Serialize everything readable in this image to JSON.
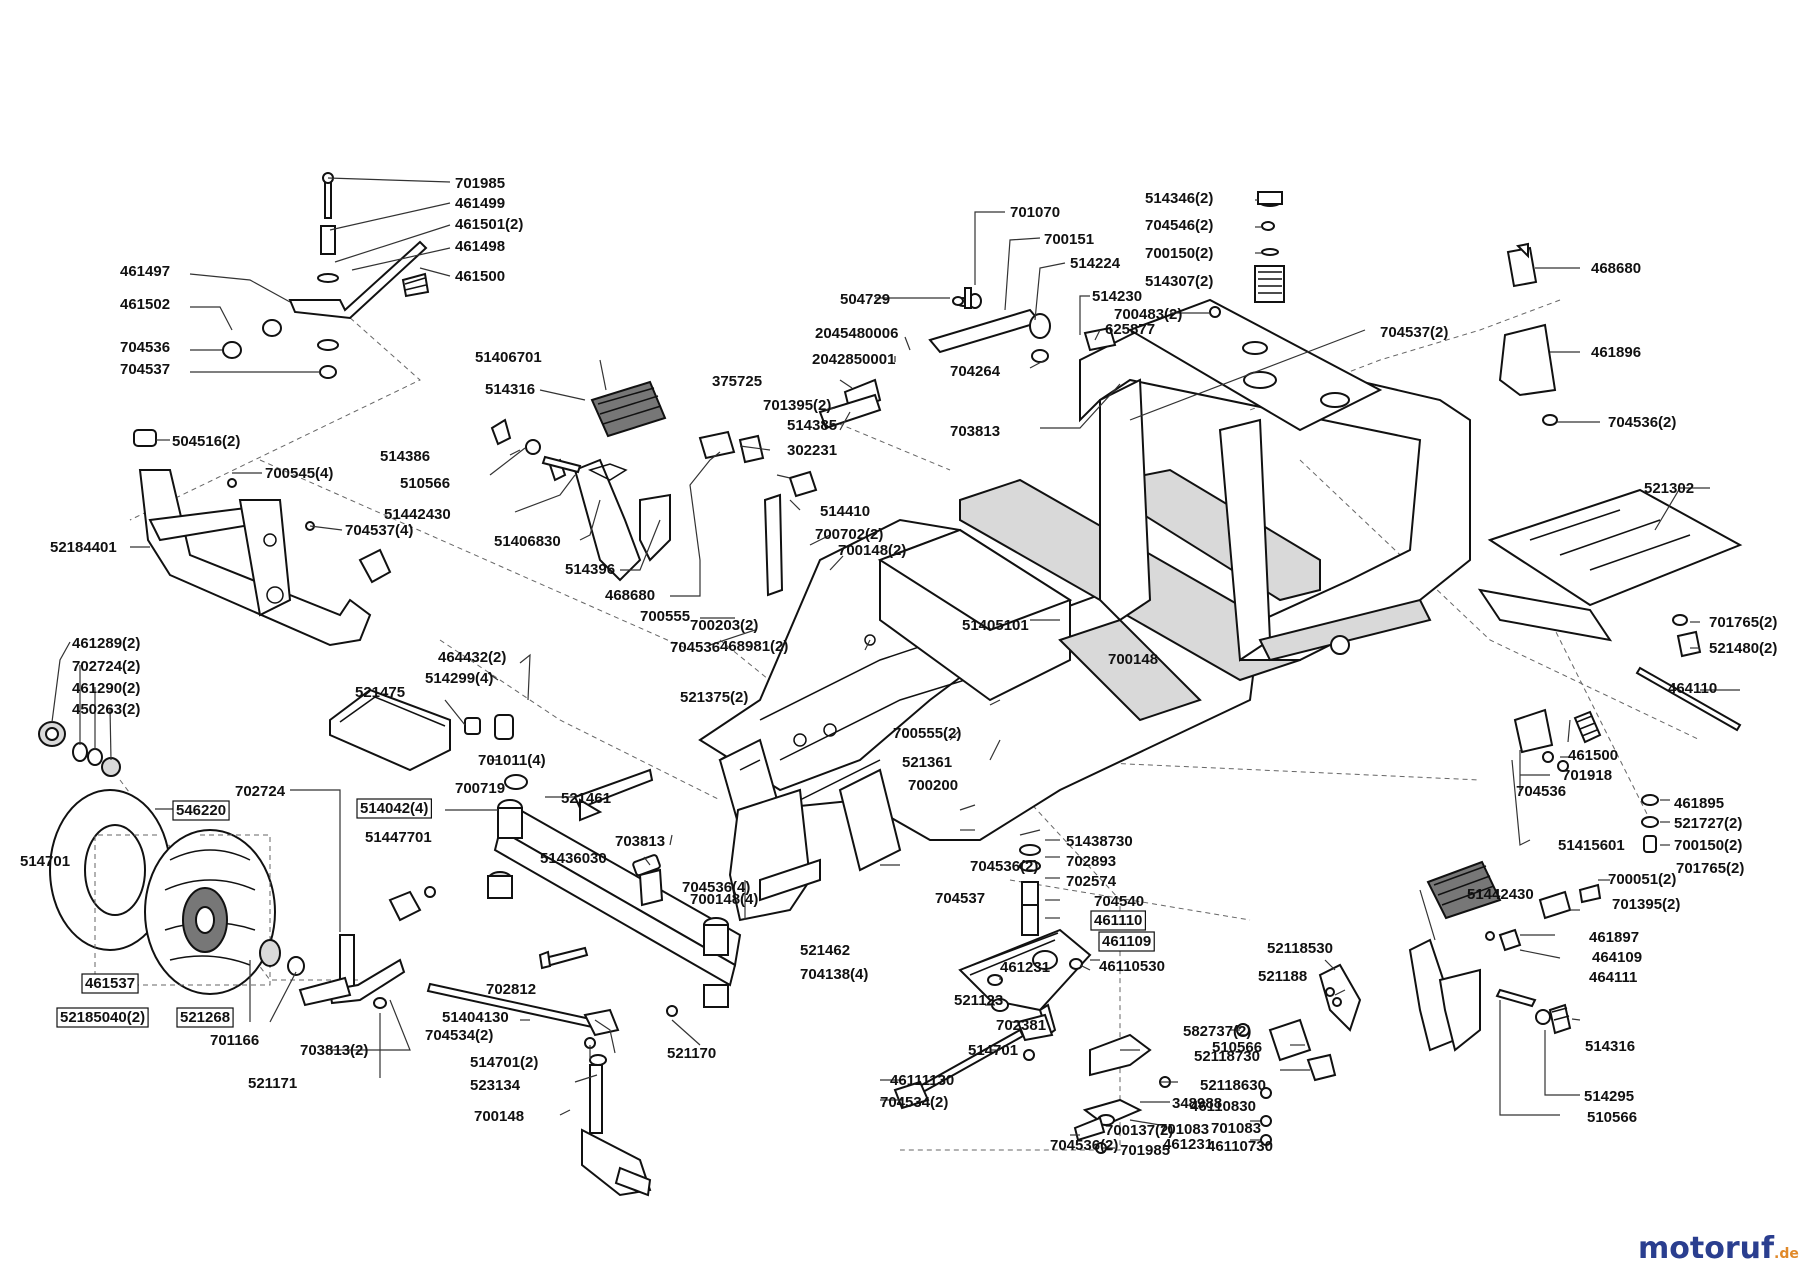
{
  "brand": {
    "logo_text": "motoruf",
    "logo_suffix": ".de",
    "logo_color": "#2a3e8f",
    "logo_accent": "#e0892a"
  },
  "labels": [
    {
      "text": "701985"
    },
    {
      "text": "461499"
    },
    {
      "text": "461501(2)"
    },
    {
      "text": "461498"
    },
    {
      "text": "461497"
    },
    {
      "text": "461500"
    },
    {
      "text": "461502"
    },
    {
      "text": "704536"
    },
    {
      "text": "704537"
    },
    {
      "text": "504516(2)"
    },
    {
      "text": "700545(4)"
    },
    {
      "text": "704537(4)"
    },
    {
      "text": "52184401"
    },
    {
      "text": "461289(2)"
    },
    {
      "text": "702724(2)"
    },
    {
      "text": "461290(2)"
    },
    {
      "text": "450263(2)"
    },
    {
      "text": "702724"
    },
    {
      "text": "546220",
      "boxed": true
    },
    {
      "text": "461537",
      "boxed": true
    },
    {
      "text": "52185040(2)",
      "boxed": true
    },
    {
      "text": "521268",
      "boxed": true
    },
    {
      "text": "701166"
    },
    {
      "text": "521171"
    },
    {
      "text": "703813(2)"
    },
    {
      "text": "514316"
    },
    {
      "text": "514386"
    },
    {
      "text": "510566"
    },
    {
      "text": "51442430"
    },
    {
      "text": "51406830"
    },
    {
      "text": "51406701"
    },
    {
      "text": "514396"
    },
    {
      "text": "468680"
    },
    {
      "text": "700555"
    },
    {
      "text": "704536"
    },
    {
      "text": "468981(2)"
    },
    {
      "text": "504729"
    },
    {
      "text": "2045480006"
    },
    {
      "text": "2042850001"
    },
    {
      "text": "375725"
    },
    {
      "text": "701395(2)"
    },
    {
      "text": "514385"
    },
    {
      "text": "302231"
    },
    {
      "text": "514410"
    },
    {
      "text": "700702(2)"
    },
    {
      "text": "700148(2)"
    },
    {
      "text": "701070"
    },
    {
      "text": "700151"
    },
    {
      "text": "514224"
    },
    {
      "text": "514230"
    },
    {
      "text": "625877"
    },
    {
      "text": "704264"
    },
    {
      "text": "703813"
    },
    {
      "text": "514346(2)"
    },
    {
      "text": "704546(2)"
    },
    {
      "text": "700150(2)"
    },
    {
      "text": "514307(2)"
    },
    {
      "text": "700483(2)"
    },
    {
      "text": "704537(2)"
    },
    {
      "text": "468680"
    },
    {
      "text": "461896"
    },
    {
      "text": "704536(2)"
    },
    {
      "text": "521302"
    },
    {
      "text": "701765(2)"
    },
    {
      "text": "521480(2)"
    },
    {
      "text": "464110"
    },
    {
      "text": "461500"
    },
    {
      "text": "701918"
    },
    {
      "text": "704536"
    },
    {
      "text": "51415601"
    },
    {
      "text": "461895"
    },
    {
      "text": "521727(2)"
    },
    {
      "text": "700150(2)"
    },
    {
      "text": "701765(2)"
    },
    {
      "text": "700051(2)"
    },
    {
      "text": "701395(2)"
    },
    {
      "text": "461897"
    },
    {
      "text": "464109"
    },
    {
      "text": "464111"
    },
    {
      "text": "514316"
    },
    {
      "text": "514295"
    },
    {
      "text": "510566"
    },
    {
      "text": "51442430"
    },
    {
      "text": "52118530"
    },
    {
      "text": "521188"
    },
    {
      "text": "582737(2)"
    },
    {
      "text": "510566"
    },
    {
      "text": "52118730"
    },
    {
      "text": "52118630"
    },
    {
      "text": "46110830"
    },
    {
      "text": "348988"
    },
    {
      "text": "701083"
    },
    {
      "text": "701083"
    },
    {
      "text": "46110730"
    },
    {
      "text": "700137(2)"
    },
    {
      "text": "704536(2)"
    },
    {
      "text": "701985"
    },
    {
      "text": "461231"
    },
    {
      "text": "464432(2)"
    },
    {
      "text": "514299(4)"
    },
    {
      "text": "521475"
    },
    {
      "text": "701011(4)"
    },
    {
      "text": "700719"
    },
    {
      "text": "514042(4)",
      "boxed": true
    },
    {
      "text": "521461"
    },
    {
      "text": "51447701"
    },
    {
      "text": "703813"
    },
    {
      "text": "51436030"
    },
    {
      "text": "704536(4)"
    },
    {
      "text": "700148(4)"
    },
    {
      "text": "521462"
    },
    {
      "text": "704138(4)"
    },
    {
      "text": "702812"
    },
    {
      "text": "51404130"
    },
    {
      "text": "704534(2)"
    },
    {
      "text": "514701(2)"
    },
    {
      "text": "523134"
    },
    {
      "text": "700148"
    },
    {
      "text": "521170"
    },
    {
      "text": "700203(2)"
    },
    {
      "text": "521375(2)"
    },
    {
      "text": "51405101"
    },
    {
      "text": "700148"
    },
    {
      "text": "700555(2)"
    },
    {
      "text": "521361"
    },
    {
      "text": "700200"
    },
    {
      "text": "704536(2)"
    },
    {
      "text": "704537"
    },
    {
      "text": "51438730"
    },
    {
      "text": "702893"
    },
    {
      "text": "702574"
    },
    {
      "text": "704540"
    },
    {
      "text": "461110",
      "boxed": true
    },
    {
      "text": "461109",
      "boxed": true
    },
    {
      "text": "46110530"
    },
    {
      "text": "461231"
    },
    {
      "text": "521123"
    },
    {
      "text": "702381"
    },
    {
      "text": "514701"
    },
    {
      "text": "46111130"
    },
    {
      "text": "704534(2)"
    },
    {
      "text": "514701"
    }
  ]
}
